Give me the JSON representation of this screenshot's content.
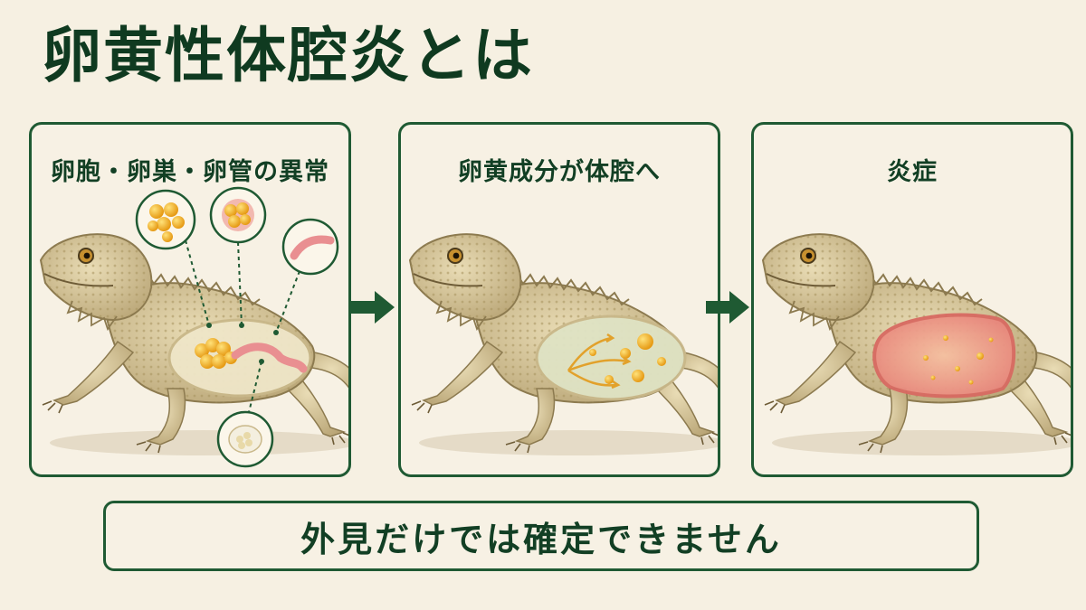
{
  "title": "卵黄性体腔炎とは",
  "panels": [
    {
      "label": "卵胞・卵巣・卵管の異常"
    },
    {
      "label": "卵黄成分が体腔へ"
    },
    {
      "label": "炎症"
    }
  ],
  "banner": "外見だけでは確定できません",
  "colors": {
    "accent": "#1f5a33",
    "background": "#f6f0e2",
    "lizard": "#d9c79c",
    "yolk": "#f5b82e",
    "inflamed": "#e9857d"
  }
}
